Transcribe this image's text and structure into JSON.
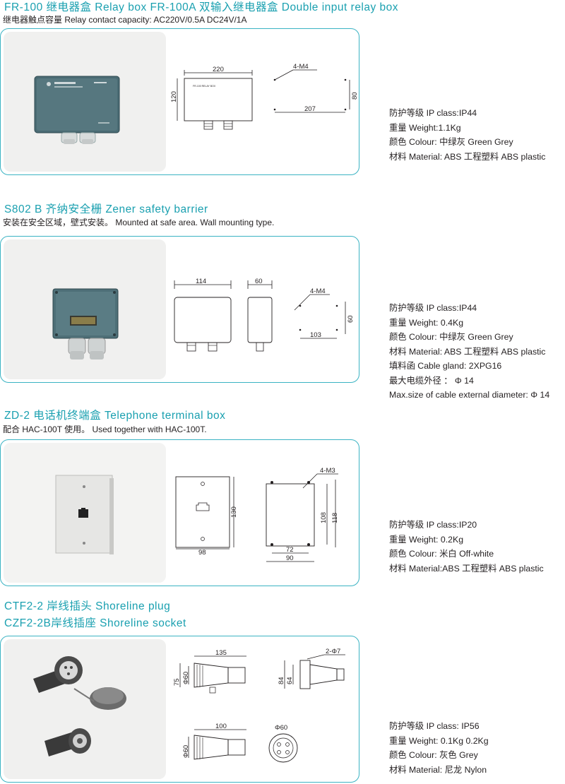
{
  "sections": [
    {
      "title": "FR-100   继电器盒     Relay box   FR-100A 双输入继电器盒   Double input relay box",
      "subtitle": "继电器触点容量  Relay contact capacity:  AC220V/0.5A      DC24V/1A",
      "dims": {
        "w": "220",
        "h": "120",
        "holes": "4-M4",
        "hole_w": "207",
        "hole_h": "80"
      },
      "device_label": "FR-100 RELAY BOX",
      "specs": [
        "防护等级  IP class:IP44",
        "重量  Weight:1.1Kg",
        "颜色  Colour:  中绿灰  Green Grey",
        "材料  Material: ABS  工程塑料  ABS plastic"
      ]
    },
    {
      "title": "S802 B  齐纳安全栅   Zener safety barrier",
      "subtitle": "安装在安全区域，壁式安装。   Mounted at safe area. Wall mounting type.",
      "dims": {
        "w": "114",
        "d": "60",
        "holes": "4-M4",
        "hole_w": "103",
        "hole_h": "60"
      },
      "specs": [
        "防护等级  IP class:IP44",
        "重量  Weight: 0.4Kg",
        "颜色  Colour:  中绿灰  Green Grey",
        "材料  Material: ABS  工程塑料  ABS plastic",
        "填料函  Cable gland: 2XPG16",
        "最大电缆外径 ：  Φ  14",
        "Max.size of cable external diameter:   Φ  14"
      ]
    },
    {
      "title": "ZD-2    电话机终端盒  Telephone terminal box",
      "subtitle": "配合  HAC-100T  使用。   Used together with HAC-100T.",
      "dims": {
        "w": "98",
        "h": "130",
        "holes": "4-M3",
        "hole_w": "72",
        "body_w": "90",
        "hole_h": "108",
        "body_h": "118"
      },
      "specs": [
        "防护等级  IP class:IP20",
        "重量  Weight: 0.2Kg",
        "颜色  Colour: 米白  Off-white",
        "材料  Material:ABS  工程塑料  ABS plastic"
      ]
    },
    {
      "title": "CTF2-2   岸线插头 Shoreline plug",
      "title2": "CZF2-2B岸线插座  Shoreline socket",
      "dims": {
        "plug_len": "135",
        "plug_h": "75",
        "plug_d": "Φ60",
        "socket_h": "84",
        "socket_h2": "64",
        "socket_holes": "2-Φ7",
        "plug2_len": "100",
        "plug2_d": "Φ60",
        "face_d": "Φ60"
      },
      "specs": [
        "防护等级  IP class: IP56",
        "重量  Weight: 0.1Kg   0.2Kg",
        "颜色  Colour: 灰色  Grey",
        "材料  Material:  尼龙  Nylon"
      ]
    }
  ]
}
